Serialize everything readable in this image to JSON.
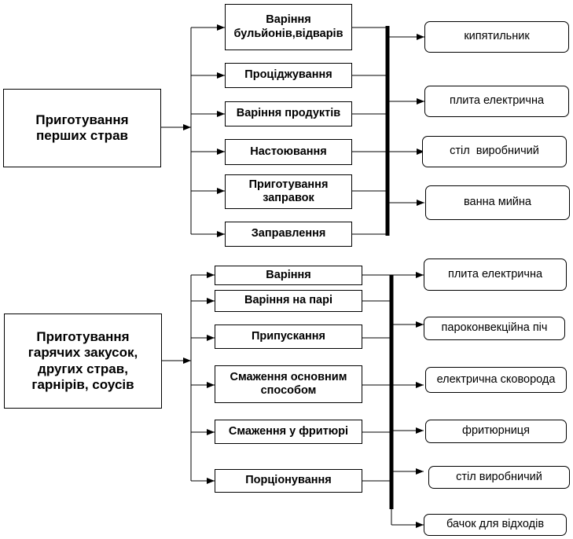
{
  "diagram": {
    "section1": {
      "main": "Приготування\nперших страв",
      "steps": [
        "Варіння\nбульйонів,відварів",
        "Проціджування",
        "Варіння продуктів",
        "Настоювання",
        "Приготування\nзаправок",
        "Заправлення"
      ],
      "equipment": [
        "кипятильник",
        "плита електрична",
        "стіл  виробничий",
        "ванна мийна"
      ]
    },
    "section2": {
      "main": "Приготування\nгарячих закусок,\nдругих страв,\nгарнірів, соусів",
      "steps": [
        "Варіння",
        "Варіння на парі",
        "Припускання",
        "Смаження основним\nспособом",
        "Смаження у фритюрі",
        "Порціонування"
      ],
      "equipment": [
        "плита електрична",
        "пароконвекційна піч",
        "електрична сковорода",
        "фритюрниця",
        "стіл виробничий",
        "бачок для відходів"
      ]
    }
  }
}
